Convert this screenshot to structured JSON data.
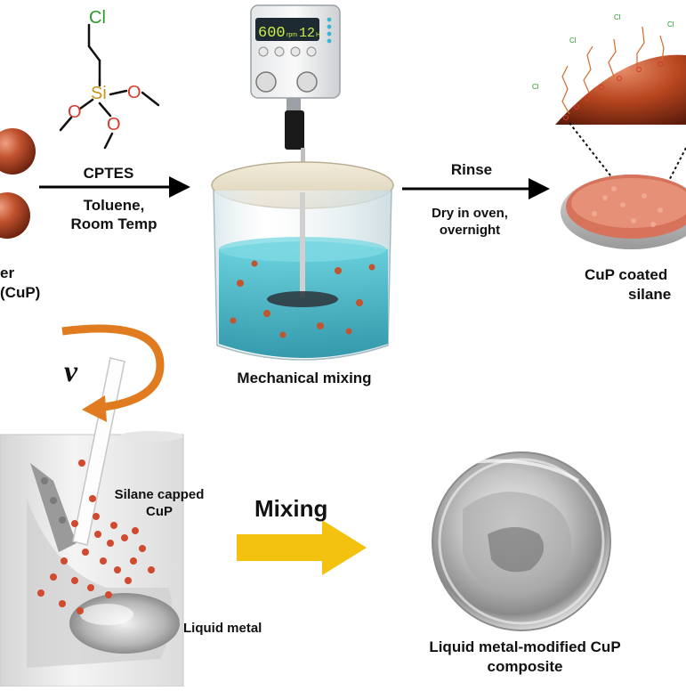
{
  "molecule": {
    "cl": "Cl",
    "si": "Si",
    "o1": "O",
    "o2": "O",
    "o3": "O"
  },
  "steps": {
    "cuP_powder_line1": "er",
    "cuP_powder_line2": "(CuP)",
    "reagent": "CPTES",
    "conditions_line1": "Toluene,",
    "conditions_line2": "Room Temp",
    "rinse": "Rinse",
    "dry_line1": "Dry in oven,",
    "dry_line2": "overnight",
    "coated_line1": "CuP coated",
    "coated_line2": "silane",
    "mechanical_mixing": "Mechanical mixing",
    "velocity_symbol": "v",
    "silane_capped_line1": "Silane capped",
    "silane_capped_line2": "CuP",
    "liquid_metal": "Liquid metal",
    "mixing": "Mixing",
    "composite_line1": "Liquid metal-modified CuP",
    "composite_line2": "composite"
  },
  "stirrer_display": {
    "speed": "600",
    "speed_unit": "rpm",
    "time": "12",
    "time_unit": "H"
  },
  "colors": {
    "copper": "#b5472a",
    "liquid": "#3fb6c6",
    "arrow_yellow": "#f2c20e",
    "rotation_orange": "#e07b1f",
    "display_green": "#c9f04a"
  }
}
